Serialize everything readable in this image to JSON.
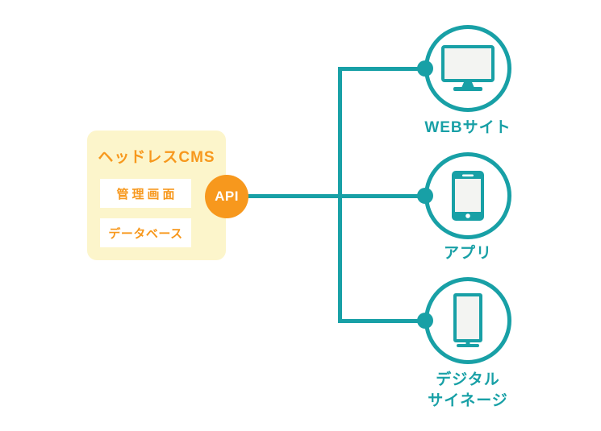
{
  "colors": {
    "teal": "#18A0A6",
    "orange": "#F7981D",
    "yellow_bg": "#FCF5CB",
    "screen_fill": "#F3F4F2",
    "white": "#FFFFFF"
  },
  "cms": {
    "title": "ヘッドレスCMS",
    "modules": [
      {
        "label": "管理画面"
      },
      {
        "label": "データベース"
      }
    ]
  },
  "api": {
    "label": "API"
  },
  "channels": [
    {
      "icon": "monitor-icon",
      "label": "WEBサイト",
      "lines": [
        "WEBサイト"
      ]
    },
    {
      "icon": "smartphone-icon",
      "label": "アプリ",
      "lines": [
        "アプリ"
      ]
    },
    {
      "icon": "digital-signage-icon",
      "label": "デジタルサイネージ",
      "lines": [
        "デジタル",
        "サイネージ"
      ]
    }
  ]
}
